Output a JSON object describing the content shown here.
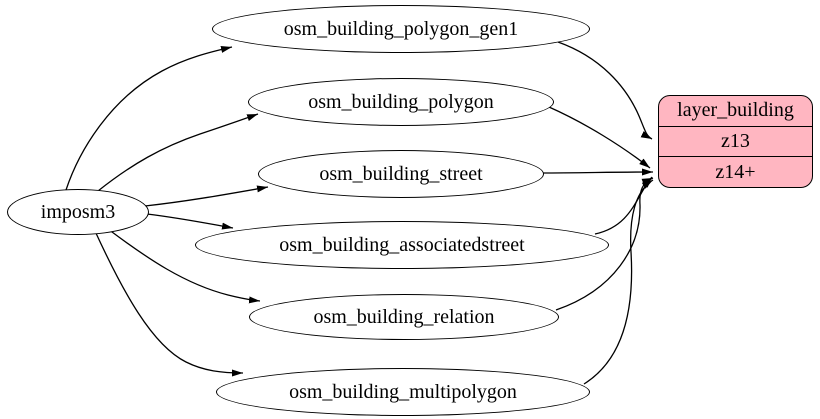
{
  "colors": {
    "background": "#ffffff",
    "node_fill": "#ffffff",
    "node_stroke": "#000000",
    "edge": "#000000",
    "record_fill": "#ffb6c1",
    "text": "#000000"
  },
  "nodes": {
    "imposm3": {
      "label": "imposm3"
    },
    "osm_building_polygon_gen1": {
      "label": "osm_building_polygon_gen1"
    },
    "osm_building_polygon": {
      "label": "osm_building_polygon"
    },
    "osm_building_street": {
      "label": "osm_building_street"
    },
    "osm_building_associatedstreet": {
      "label": "osm_building_associatedstreet"
    },
    "osm_building_relation": {
      "label": "osm_building_relation"
    },
    "osm_building_multipolygon": {
      "label": "osm_building_multipolygon"
    }
  },
  "record": {
    "title": "layer_building",
    "rows": [
      "z13",
      "z14+"
    ]
  },
  "edges": [
    {
      "from": "imposm3",
      "to": "osm_building_polygon_gen1"
    },
    {
      "from": "imposm3",
      "to": "osm_building_polygon"
    },
    {
      "from": "imposm3",
      "to": "osm_building_street"
    },
    {
      "from": "imposm3",
      "to": "osm_building_associatedstreet"
    },
    {
      "from": "imposm3",
      "to": "osm_building_relation"
    },
    {
      "from": "imposm3",
      "to": "osm_building_multipolygon"
    },
    {
      "from": "osm_building_polygon_gen1",
      "to": "layer_building",
      "port": "z13"
    },
    {
      "from": "osm_building_polygon",
      "to": "layer_building",
      "port": "z14+"
    },
    {
      "from": "osm_building_street",
      "to": "layer_building",
      "port": "z14+"
    },
    {
      "from": "osm_building_associatedstreet",
      "to": "layer_building",
      "port": "z14+"
    },
    {
      "from": "osm_building_relation",
      "to": "layer_building",
      "port": "z14+"
    },
    {
      "from": "osm_building_multipolygon",
      "to": "layer_building",
      "port": "z14+"
    }
  ]
}
